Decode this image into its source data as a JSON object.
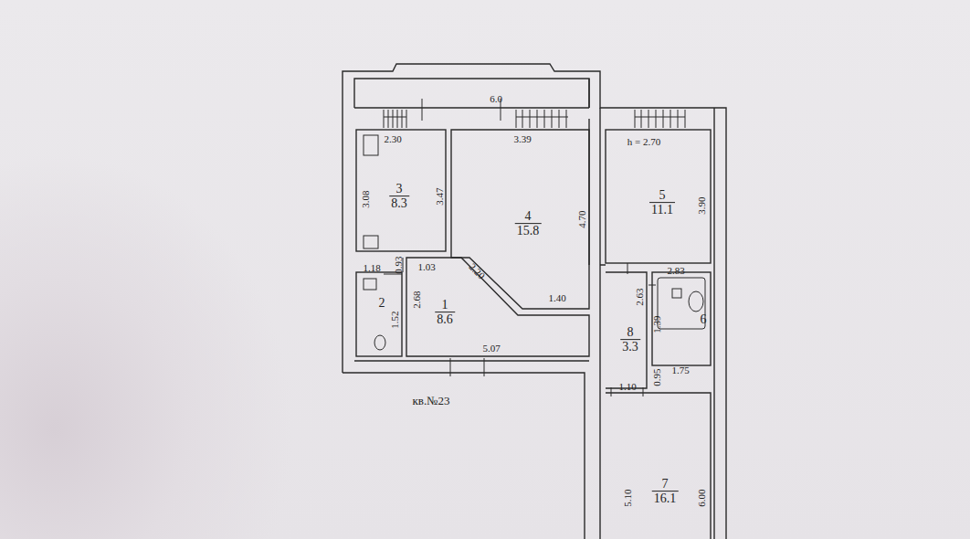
{
  "diagram": {
    "nodes": [
      {
        "text": [
          "3",
          "8.3"
        ]
      },
      {
        "text": [
          "4",
          "15.8"
        ]
      },
      {
        "text": [
          "5",
          "11.1"
        ]
      },
      {
        "text": [
          "2"
        ]
      },
      {
        "text": [
          "1",
          "8.6"
        ]
      },
      {
        "text": [
          "6"
        ]
      },
      {
        "text": [
          "8",
          "3.3"
        ]
      },
      {
        "text": [
          "7",
          "16.1"
        ]
      }
    ],
    "labels": [
      "6.0",
      "2.30",
      "3.39",
      "h = 2.70",
      "3.08",
      "3.47",
      "4.70",
      "3.90",
      "1.18",
      "0.93",
      "1.03",
      "2.20",
      "1.40",
      "2.83",
      "2.63",
      "1.39",
      "1.52",
      "2.68",
      "5.07",
      "1.10",
      "0.95",
      "1.75",
      "кв.№23",
      "5.10",
      "6.00"
    ]
  }
}
